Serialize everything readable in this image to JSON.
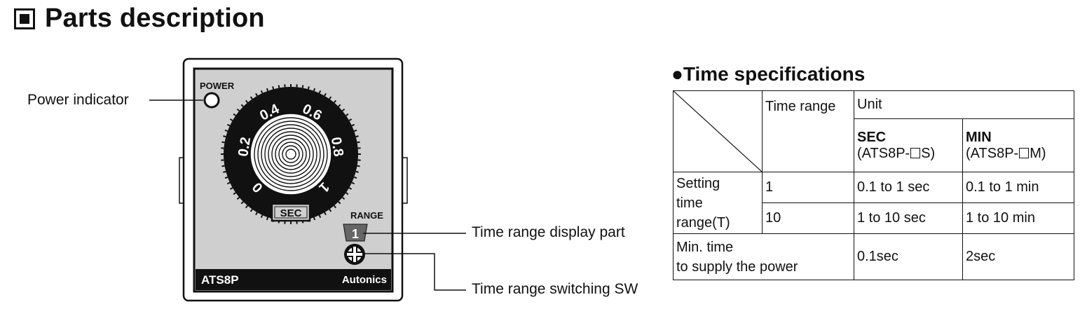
{
  "heading": {
    "title": "Parts description"
  },
  "device": {
    "power_label": "POWER",
    "dial_ticks": [
      "0",
      "0.2",
      "0.4",
      "0.6",
      "0.8",
      "1"
    ],
    "unit_badge": "SEC",
    "range_label": "RANGE",
    "range_value": "1",
    "model": "ATS8P",
    "brand": "Autonics"
  },
  "callouts": {
    "power_indicator": "Power indicator",
    "time_range_display": "Time range display part",
    "time_range_switch": "Time range switching SW"
  },
  "spec": {
    "title": "●Time specifications",
    "unit_header": "Unit",
    "time_range_header": "Time range",
    "sec_title": "SEC",
    "sec_model_prefix": "(ATS8P-",
    "sec_model_suffix": "S)",
    "min_title": "MIN",
    "min_model_prefix": "(ATS8P-",
    "min_model_suffix": "M)",
    "setting_label": "Setting time range(T)",
    "rows": [
      {
        "range": "1",
        "sec": "0.1 to 1 sec",
        "min": "0.1 to 1 min"
      },
      {
        "range": "10",
        "sec": "1 to 10 sec",
        "min": "1 to 10 min"
      }
    ],
    "min_time_label_1": "Min. time",
    "min_time_label_2": "to supply the power",
    "min_time_sec": "0.1sec",
    "min_time_min": "2sec"
  }
}
